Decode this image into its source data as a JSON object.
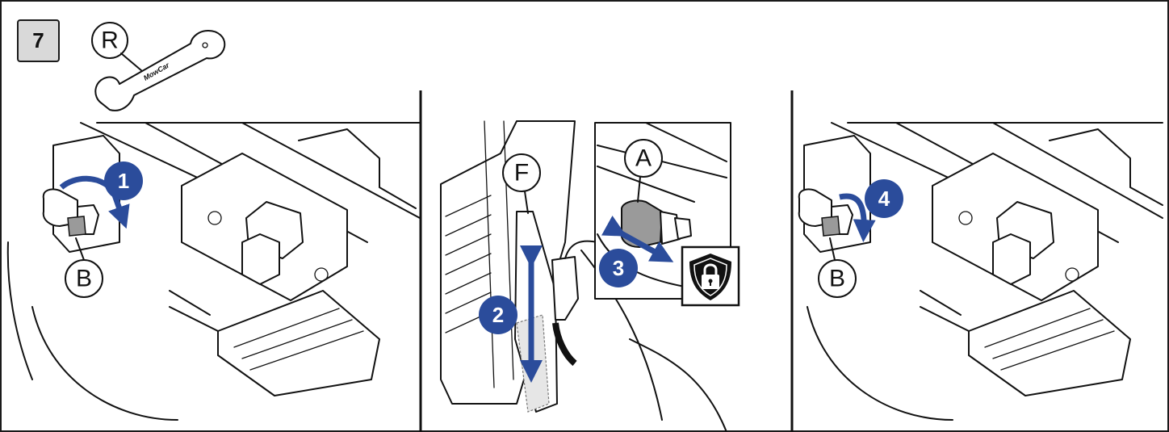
{
  "step": {
    "number": "7"
  },
  "tool": {
    "label": "R",
    "brand_text": "MowCar"
  },
  "panels": [
    {
      "callout": "1",
      "part_label": "B"
    },
    {
      "callouts": [
        "2",
        "3"
      ],
      "part_labels": [
        "F",
        "A"
      ],
      "icon": "lock-shield-icon"
    },
    {
      "callout": "4",
      "part_label": "B"
    }
  ],
  "colors": {
    "accent_blue": "#2b4c9b",
    "nut_gray": "#9a9a9a",
    "frame": "#1a1a1a",
    "step_box_fill": "#d9d9d9"
  }
}
